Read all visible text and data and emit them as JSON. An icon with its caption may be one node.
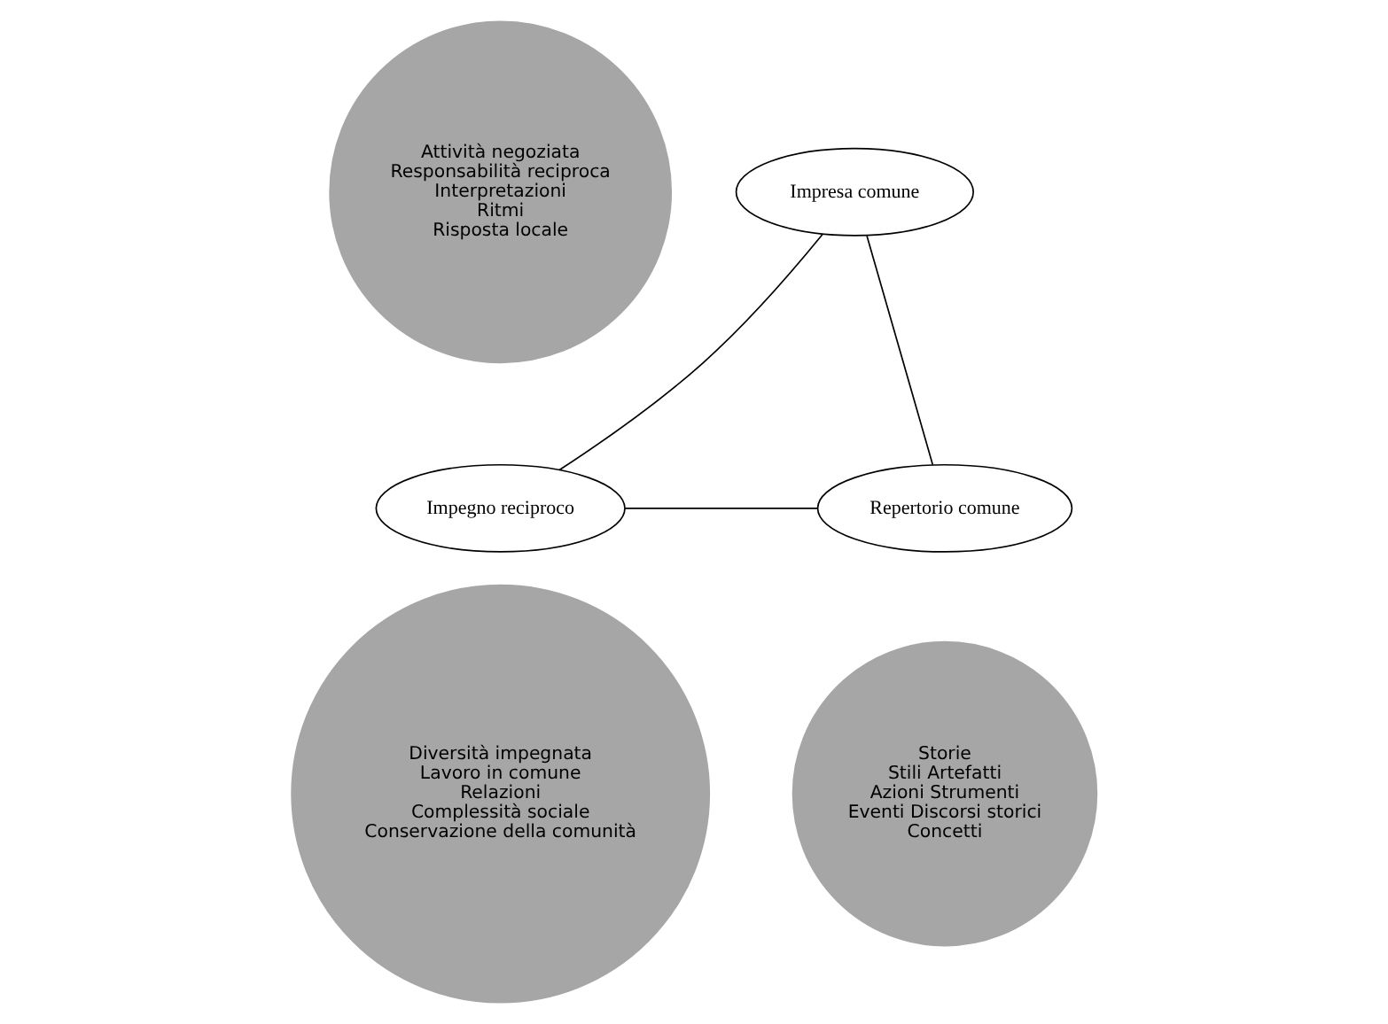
{
  "diagram": {
    "nodes": [
      {
        "text": [
          "Attività negoziata",
          "Responsabilità reciproca",
          "Interpretazioni",
          "Ritmi",
          "Risposta locale"
        ]
      },
      {
        "text": [
          "Impresa comune"
        ]
      },
      {
        "text": [
          "Impegno reciproco"
        ]
      },
      {
        "text": [
          "Repertorio comune"
        ]
      },
      {
        "text": [
          "Diversità impegnata",
          "Lavoro in comune",
          "Relazioni",
          "Complessità sociale",
          "Conservazione della comunità"
        ]
      },
      {
        "text": [
          "Storie",
          "Stili Artefatti",
          "Azioni Strumenti",
          "Eventi Discorsi storici",
          "Concetti"
        ]
      }
    ],
    "edges": [
      {
        "from": 1,
        "to": 2,
        "arrow": "none"
      },
      {
        "from": 1,
        "to": 3,
        "arrow": "none"
      },
      {
        "from": 2,
        "to": 3,
        "arrow": "none"
      }
    ]
  }
}
